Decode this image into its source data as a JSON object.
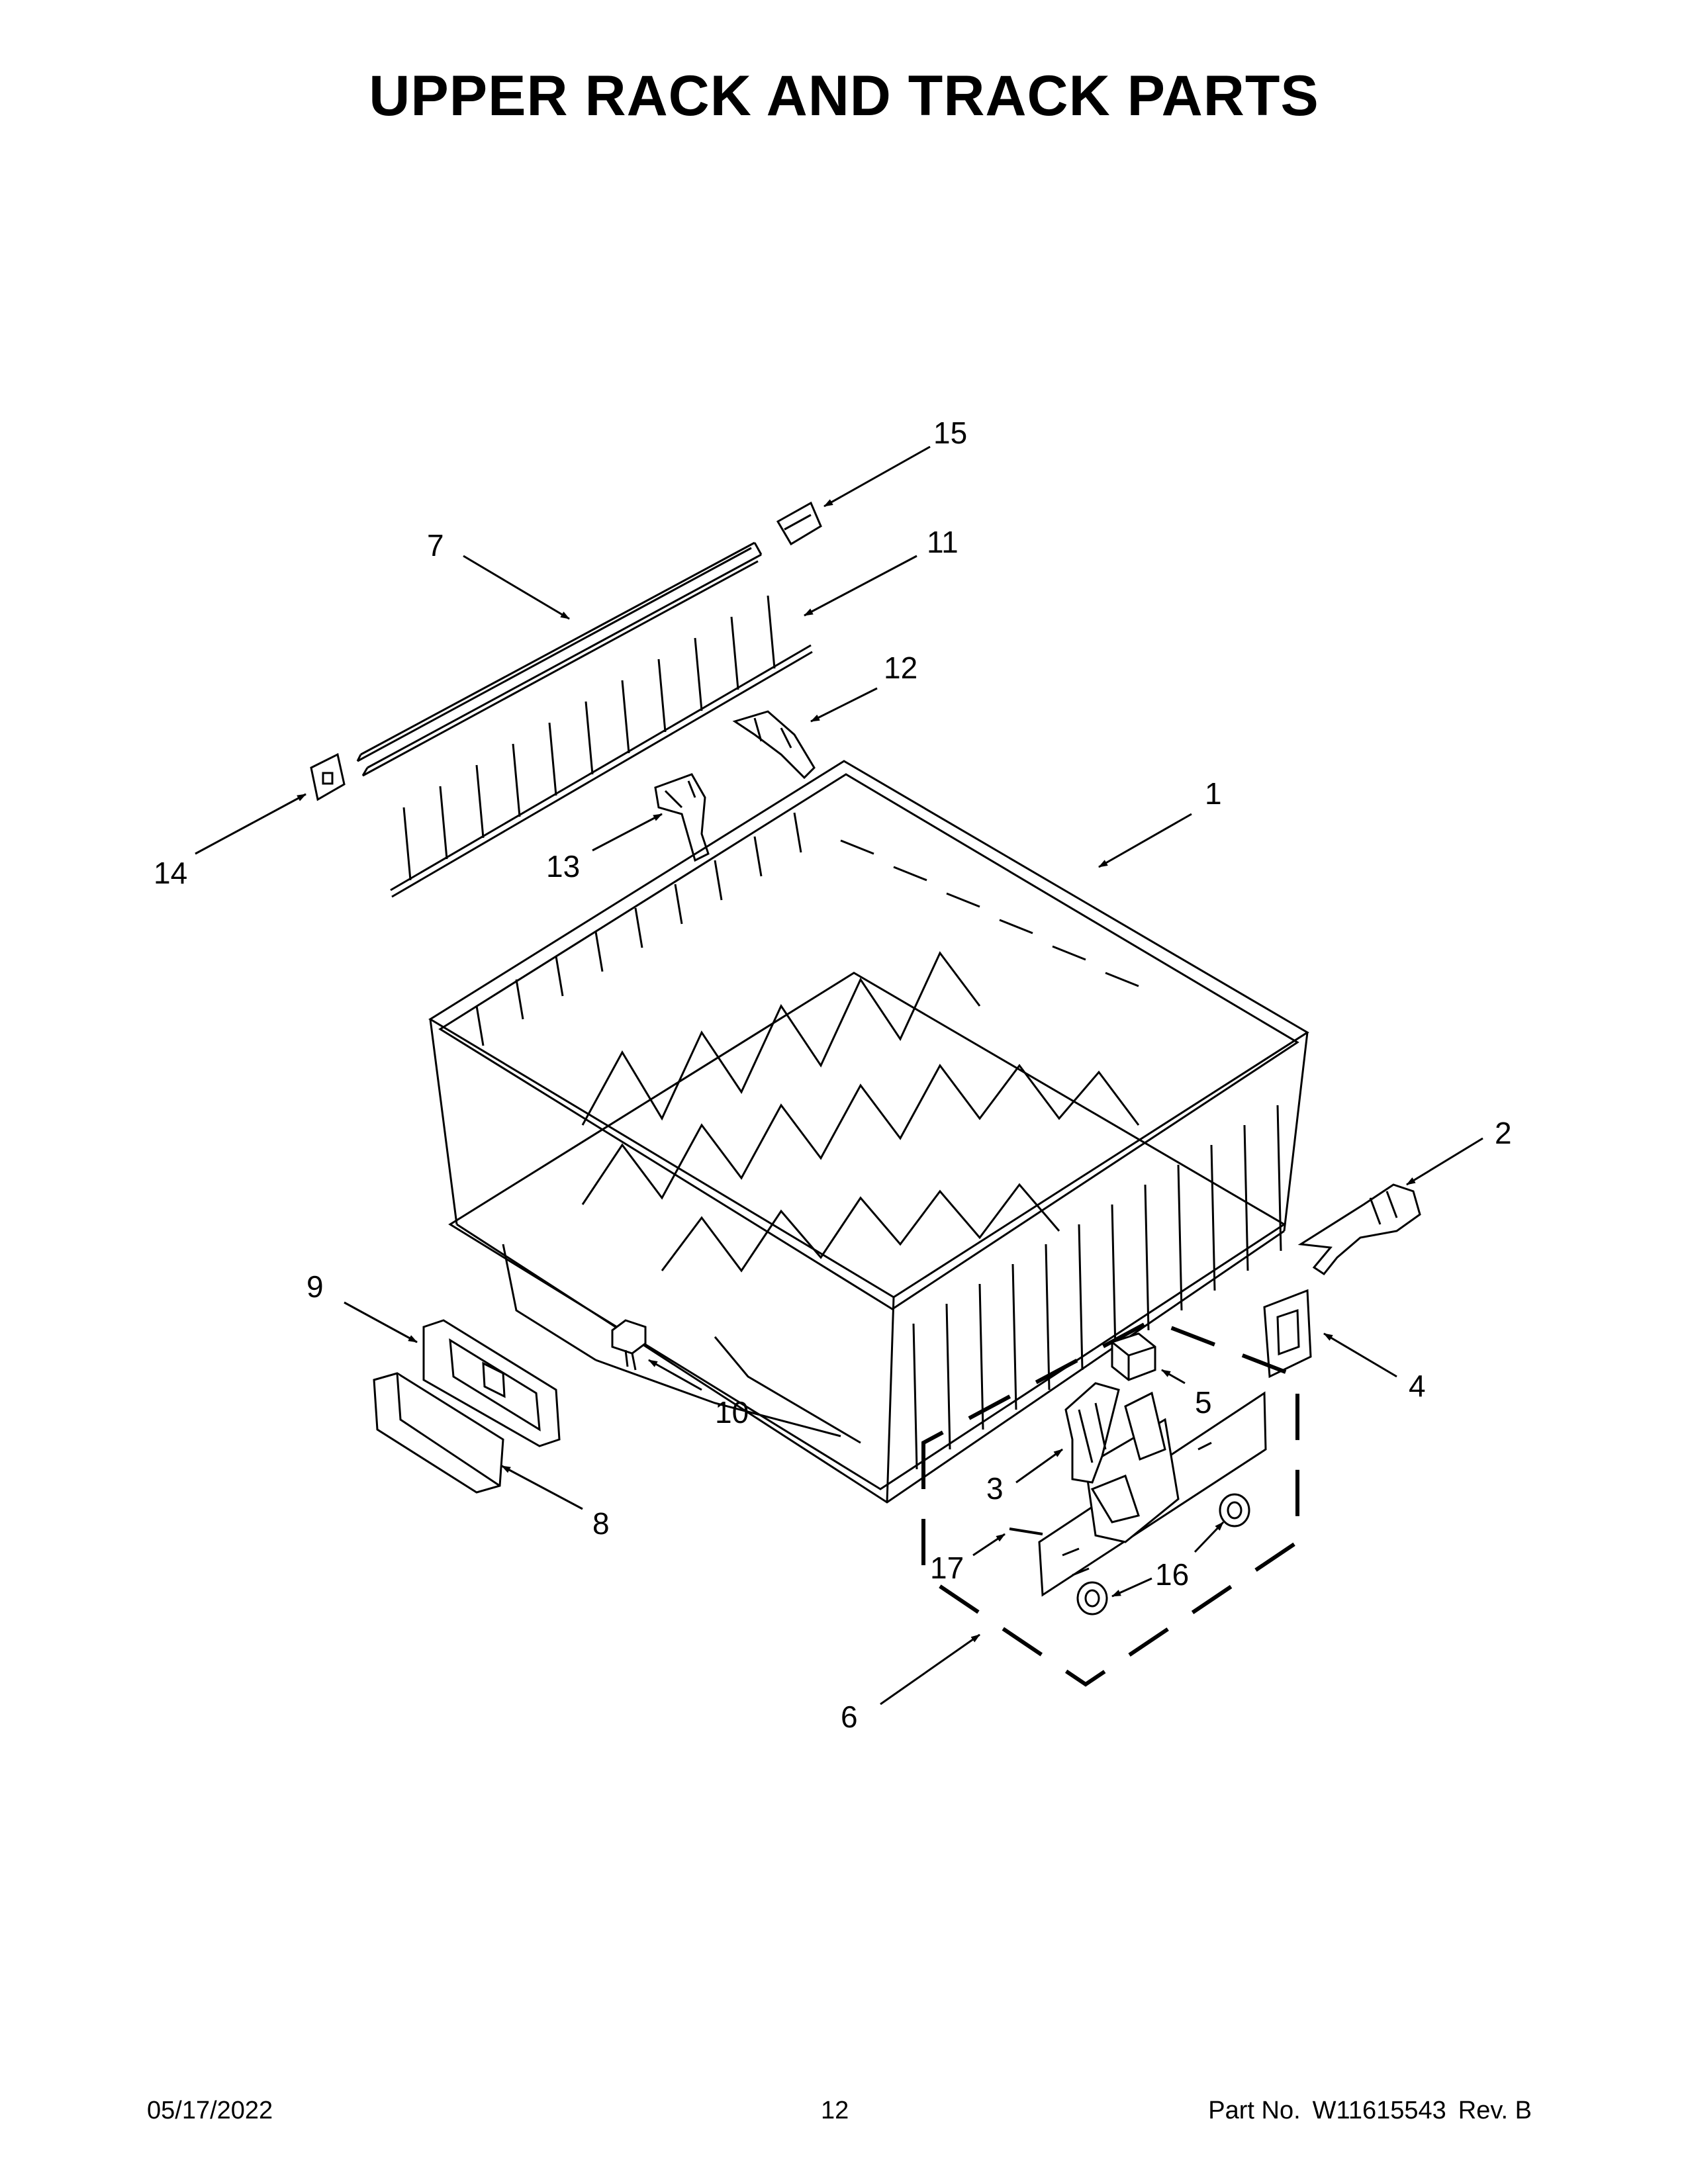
{
  "document": {
    "title": "UPPER RACK AND TRACK PARTS",
    "footer": {
      "date": "05/17/2022",
      "page_number": "12",
      "part_no_label": "Part No.",
      "part_no": "W11615543",
      "revision": "Rev.  B"
    }
  },
  "callouts": [
    {
      "id": "callout-1",
      "label": "1"
    },
    {
      "id": "callout-2",
      "label": "2"
    },
    {
      "id": "callout-3",
      "label": "3"
    },
    {
      "id": "callout-4",
      "label": "4"
    },
    {
      "id": "callout-5",
      "label": "5"
    },
    {
      "id": "callout-6",
      "label": "6"
    },
    {
      "id": "callout-7",
      "label": "7"
    },
    {
      "id": "callout-8",
      "label": "8"
    },
    {
      "id": "callout-9",
      "label": "9"
    },
    {
      "id": "callout-10",
      "label": "10"
    },
    {
      "id": "callout-11",
      "label": "11"
    },
    {
      "id": "callout-12",
      "label": "12"
    },
    {
      "id": "callout-13",
      "label": "13"
    },
    {
      "id": "callout-14",
      "label": "14"
    },
    {
      "id": "callout-15",
      "label": "15"
    },
    {
      "id": "callout-16",
      "label": "16"
    },
    {
      "id": "callout-17",
      "label": "17"
    }
  ]
}
